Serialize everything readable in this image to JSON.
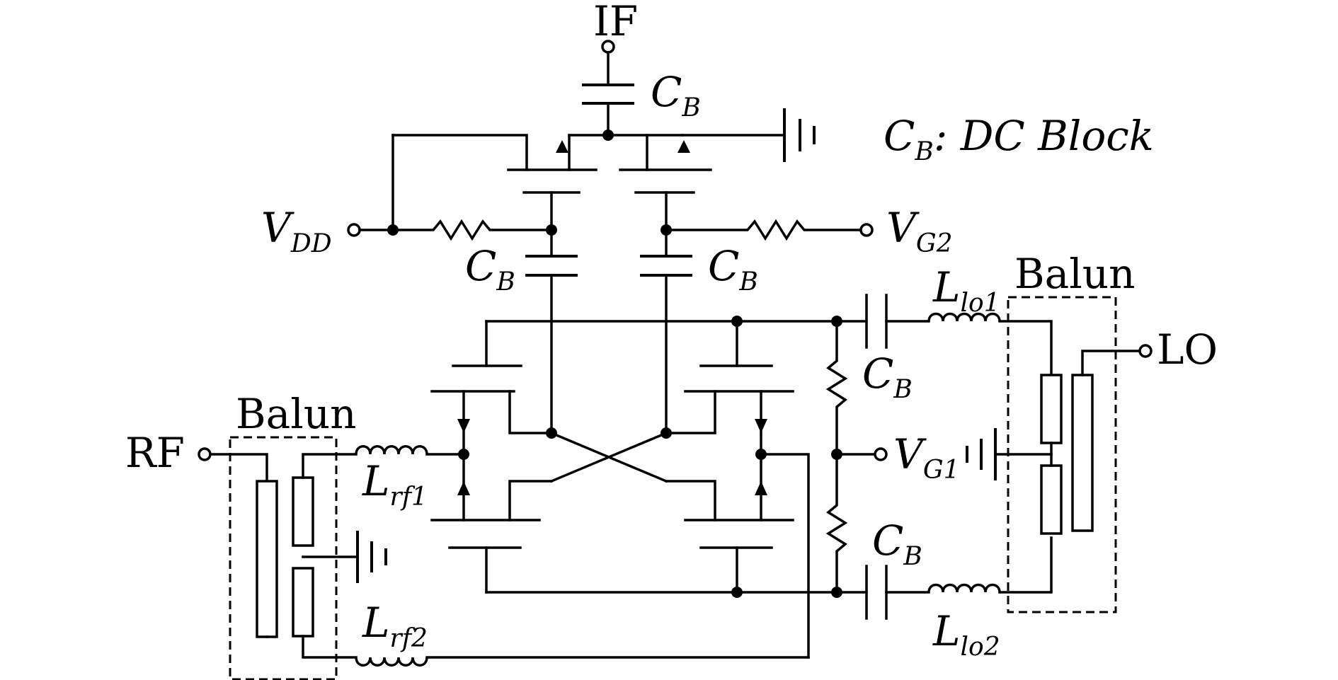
{
  "ports": {
    "if": "IF",
    "rf": "RF",
    "lo": "LO"
  },
  "supplies": {
    "vdd": {
      "main": "V",
      "sub": "DD"
    },
    "vg2": {
      "main": "V",
      "sub": "G2"
    },
    "vg1": {
      "main": "V",
      "sub": "G1"
    }
  },
  "capacitor_label": {
    "main": "C",
    "sub": "B"
  },
  "legend": {
    "symbol_main": "C",
    "symbol_sub": "B",
    "text": ": DC Block"
  },
  "inductors": {
    "lrf1": {
      "main": "L",
      "sub": "rf1"
    },
    "lrf2": {
      "main": "L",
      "sub": "rf2"
    },
    "llo1": {
      "main": "L",
      "sub": "lo1"
    },
    "llo2": {
      "main": "L",
      "sub": "lo2"
    }
  },
  "baluns": {
    "rf": "Balun",
    "lo": "Balun"
  }
}
